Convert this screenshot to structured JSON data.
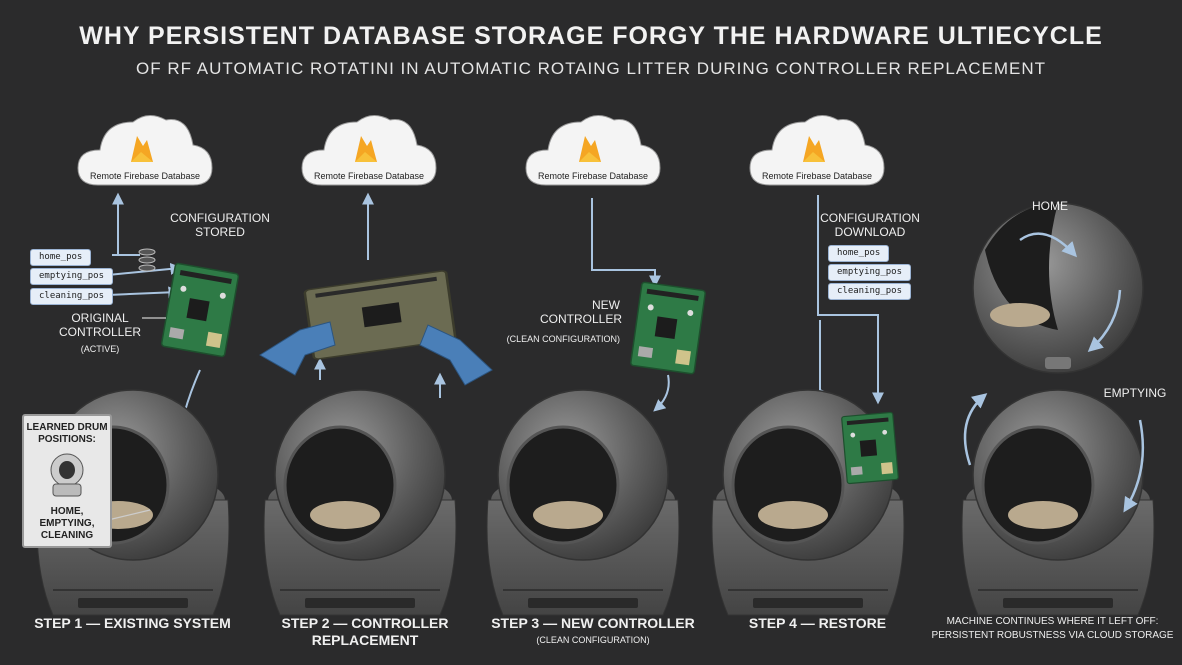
{
  "header": {
    "title": "WHY PERSISTENT DATABASE STORAGE FORGY THE HARDWARE ULTIECYCLE",
    "subtitle": "OF RF AUTOMATIC ROTATINI IN AUTOMATIC ROTAING LITTER DURING CONTROLLER REPLACEMENT"
  },
  "cloud_label": "Remote Firebase Database",
  "step1": {
    "config_label": "CONFIGURATION\nSTORED",
    "chips": [
      "home_pos",
      "emptying_pos",
      "cleaning_pos"
    ],
    "controller_label": "ORIGINAL\nCONTROLLER",
    "controller_sub": "(ACTIVE)",
    "callout_title": "LEARNED DRUM\nPOSITIONS:",
    "callout_body": "HOME, EMPTYING,\nCLEANING",
    "caption": "STEP 1 — EXISTING SYSTEM"
  },
  "step2": {
    "caption": "STEP 2 — CONTROLLER\nREPLACEMENT"
  },
  "step3": {
    "controller_label": "NEW\nCONTROLLER",
    "controller_sub": "(CLEAN CONFIGURATION)",
    "caption": "STEP 3 — NEW CONTROLLER",
    "caption_sub": "(CLEAN CONFIGURATION)"
  },
  "step4": {
    "config_label": "CONFIGURATION\nDOWNLOAD",
    "chips": [
      "home_pos",
      "emptying_pos",
      "cleaning_pos"
    ],
    "caption": "STEP 4 — RESTORE"
  },
  "result": {
    "home_label": "HOME",
    "emptying_label": "EMPTYING",
    "footer": "MACHINE CONTINUES WHERE IT LEFT OFF:\nPERSISTENT ROBUSTNESS VIA CLOUD STORAGE"
  },
  "colors": {
    "background": "#2b2b2c",
    "arrow": "#a9c4e0",
    "board": "#2e7a46",
    "glove": "#4a7fb8",
    "firebase_orange": "#f5a623"
  }
}
